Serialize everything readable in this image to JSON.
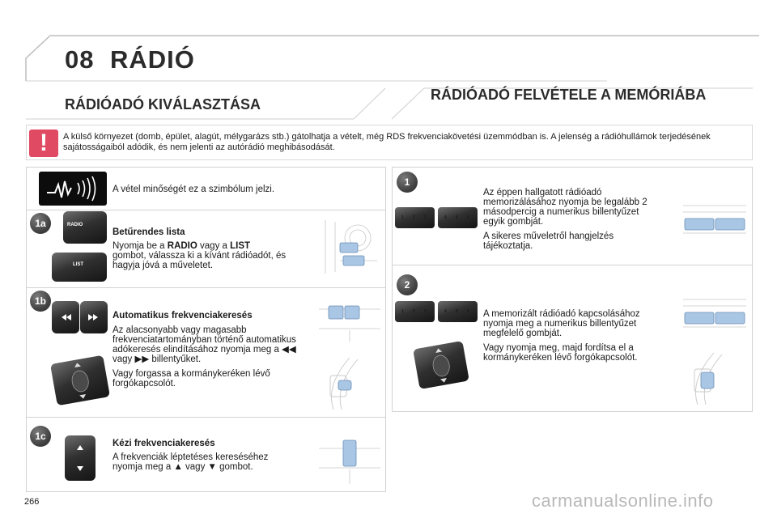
{
  "header": {
    "chapter_number": "08",
    "title": "RÁDIÓ"
  },
  "sections": {
    "left_title": "RÁDIÓADÓ KIVÁLASZTÁSA",
    "right_title": "RÁDIÓADÓ FELVÉTELE A MEMÓRIÁBA"
  },
  "warning": {
    "symbol": "!",
    "text": "A külső környezet (domb, épület, alagút, mélygarázs stb.) gátolhatja a vételt, még RDS frekvenciakövetési üzemmódban is. A jelenség a rádióhullámok terjedésének sajátosságaiból adódik, és nem jelenti az autórádió meghibásodását."
  },
  "reception": {
    "text": "A vétel minőségét ez a szimbólum jelzi."
  },
  "step_1a": {
    "badge": "1a",
    "title": "Betűrendes lista",
    "text_pre": "Nyomja be a ",
    "radio_word": "RADIO",
    "text_mid": " vagy a ",
    "list_word": "LIST",
    "text_post": "gombot, válassza ki a kívánt rádióadót, és hagyja jóvá a műveletet.",
    "button_radio_label": "RADIO",
    "button_list_label": "LIST"
  },
  "step_1b": {
    "badge": "1b",
    "title": "Automatikus frekvenciakeresés",
    "text_pre": "Az alacsonyabb vagy magasabb frekvenciatartományban történő automatikus adókeresés elindításához nyomja meg a",
    "text_mid": "vagy",
    "text_post": "billentyűket.",
    "text2": "Vagy forgassa a kormánykeréken lévő forgókapcsolót."
  },
  "step_1c": {
    "badge": "1c",
    "title": "Kézi frekvenciakeresés",
    "text_pre": "A frekvenciák léptetéses kereséséhez nyomja meg a",
    "text_mid": "vagy",
    "text_post": "gombot."
  },
  "step_1": {
    "badge": "1",
    "text1": "Az éppen hallgatott rádióadó memorizálásához nyomja be legalább 2 másodpercig a numerikus billentyűzet egyik gombját.",
    "text2": "A sikeres műveletről hangjelzés tájékoztatja."
  },
  "step_2": {
    "badge": "2",
    "text1": "A memorizált rádióadó kapcsolásához nyomja meg a numerikus billentyűzet megfelelő gombját.",
    "text2": "Vagy nyomja meg, majd fordítsa el a kormánykeréken lévő forgókapcsolót."
  },
  "keypad": {
    "keys": [
      "1",
      "2",
      "3",
      "4",
      "5",
      "6"
    ]
  },
  "icons": {
    "warning": "warning-icon",
    "reception": "reception-quality-icon",
    "seek_back": "seek-back-icon",
    "seek_forward": "seek-forward-icon",
    "step_up": "triangle-up-icon",
    "step_down": "triangle-down-icon"
  },
  "footer": {
    "page_number": "266",
    "watermark": "carmanualsonline.info"
  }
}
